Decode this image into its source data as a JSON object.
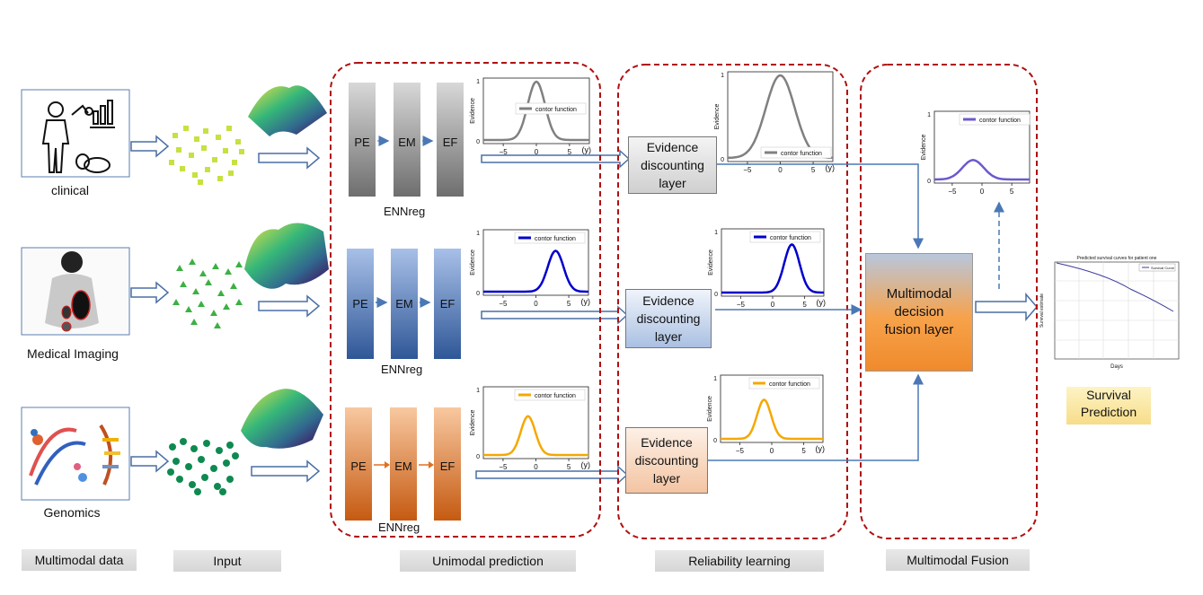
{
  "stages": {
    "multimodal_data": "Multimodal data",
    "input": "Input",
    "unimodal_prediction": "Unimodal prediction",
    "reliability_learning": "Reliability learning",
    "multimodal_fusion": "Multimodal Fusion"
  },
  "modalities": {
    "clinical": "clinical",
    "imaging": "Medical Imaging",
    "genomics": "Genomics"
  },
  "ennreg": {
    "label": "ENNreg",
    "pe": "PE",
    "em": "EM",
    "ef": "EF"
  },
  "plots": {
    "evidence_label": "Evidence",
    "legend_text": "contor function",
    "y_label": "(y)",
    "tick_neg5": "−5",
    "tick_0": "0",
    "tick_5": "5",
    "tick_y1": "1",
    "tick_y0": "0"
  },
  "reliability": {
    "line1": "Evidence",
    "line2": "discounting",
    "line3": "layer"
  },
  "fusion": {
    "line1": "Multimodal",
    "line2": "decision",
    "line3": "fusion layer"
  },
  "survival": {
    "line1": "Survival",
    "line2": "Prediction",
    "chart_title": "Predicted survival curves for patient one",
    "legend": "Survival Curve",
    "xlabel": "Days",
    "ylabel": "Survival estimate"
  },
  "colors": {
    "clinical": "#808080",
    "imaging": "#0000cc",
    "genomics": "#f5a800",
    "fusion_curve": "#6a5acd",
    "dashed_border": "#b01010",
    "arrow": "#4a78b5"
  }
}
